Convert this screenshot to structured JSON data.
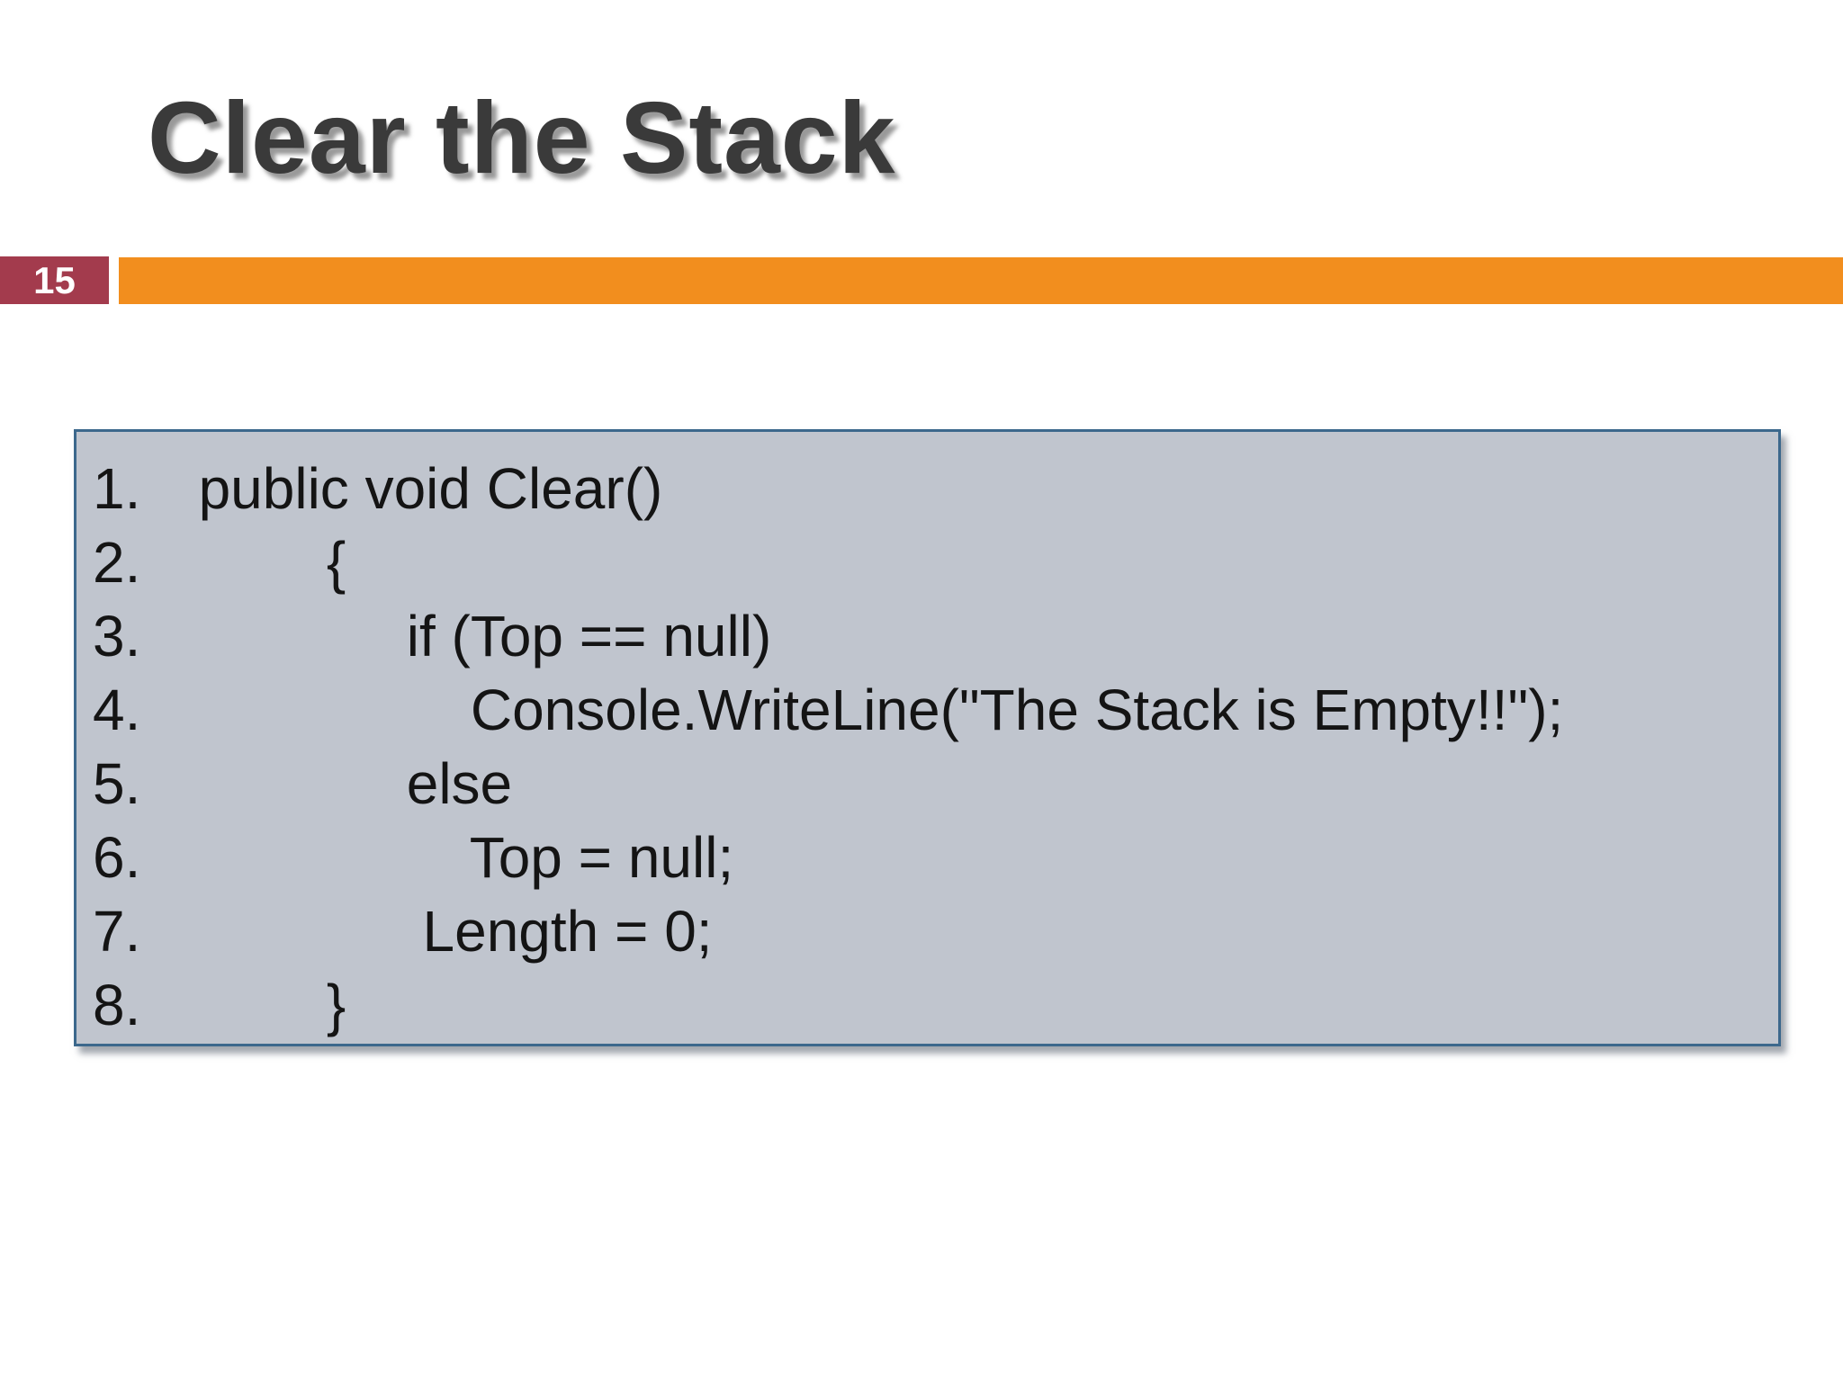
{
  "slide_title": "Clear the Stack",
  "page_number": "15",
  "colors": {
    "accent_red": "#a33b4d",
    "accent_orange": "#f28e1e",
    "code_box_bg": "#c0c5ce",
    "code_box_border": "#3c688c",
    "title_color": "#3a3a3a",
    "code_text": "#141414"
  },
  "code_block": {
    "lines": [
      {
        "num": "1.",
        "code": "  public void Clear()"
      },
      {
        "num": "2.",
        "code": "          {"
      },
      {
        "num": "3.",
        "code": "               if (Top == null)"
      },
      {
        "num": "4.",
        "code": "                   Console.WriteLine(\"The Stack is Empty!!\");"
      },
      {
        "num": "5.",
        "code": "               else"
      },
      {
        "num": "6.",
        "code": "                   Top = null;"
      },
      {
        "num": "7.",
        "code": "                Length = 0;"
      },
      {
        "num": "8.",
        "code": "          }"
      }
    ]
  }
}
